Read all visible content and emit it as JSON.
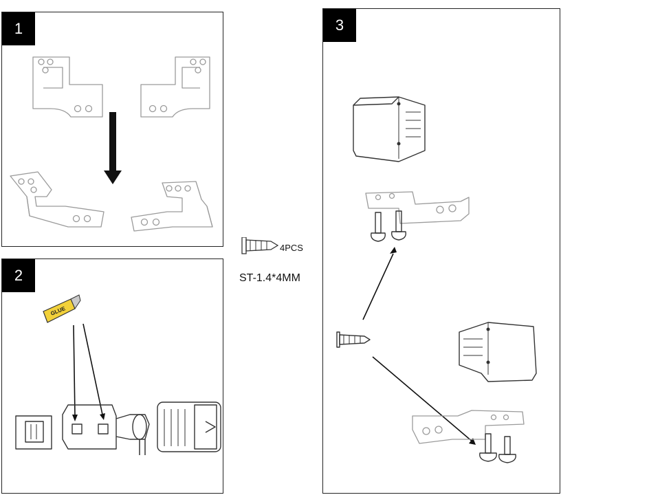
{
  "steps": [
    {
      "number": "1"
    },
    {
      "number": "2"
    },
    {
      "number": "3"
    }
  ],
  "glue_tube": {
    "label": "GLUE"
  },
  "screw_spec": {
    "quantity": "4PCS",
    "model": "ST-1.4*4MM"
  }
}
